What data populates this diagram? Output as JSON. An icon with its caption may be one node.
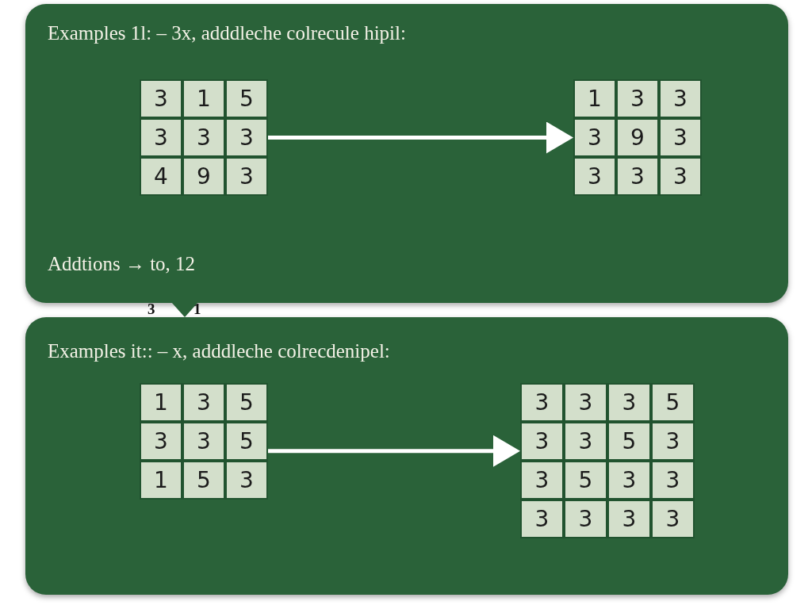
{
  "diagram": {
    "nodes": [
      {
        "text": [
          "Examples 1l: – 3x, adddleche colrecule hipil:",
          "Addtions → to, 12"
        ]
      },
      {
        "text": [
          "3",
          "1",
          "5",
          "3",
          "3",
          "3",
          "4",
          "9",
          "3"
        ],
        "in": 0
      },
      {
        "text": [
          "1",
          "3",
          "3",
          "3",
          "9",
          "3",
          "3",
          "3",
          "3"
        ],
        "in": 0
      },
      {
        "text": [
          "Examples it:: – x, adddleche colrecdenipel:"
        ]
      },
      {
        "text": [
          "1",
          "3",
          "5",
          "3",
          "3",
          "5",
          "1",
          "5",
          "3"
        ],
        "in": 3
      },
      {
        "text": [
          "3",
          "3",
          "3",
          "5",
          "3",
          "3",
          "5",
          "3",
          "3",
          "5",
          "3",
          "3",
          "3",
          "3",
          "3",
          "3"
        ],
        "in": 3
      }
    ],
    "edges": [
      {
        "from": 1,
        "to": 2,
        "arrow": "to"
      },
      {
        "from": 4,
        "to": 5,
        "arrow": "to"
      }
    ],
    "labels": [
      "3",
      "1"
    ]
  }
}
